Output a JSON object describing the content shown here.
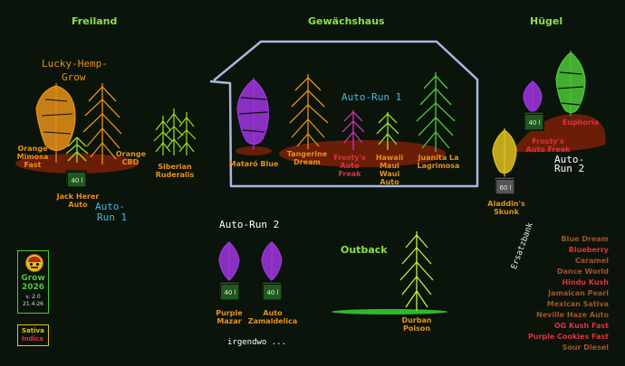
{
  "sections": {
    "freiland": "Freiland",
    "gewaechshaus": "Gewächshaus",
    "huegel": "Hügel",
    "outback": "Outback",
    "irgendwo": "irgendwo ..."
  },
  "title": {
    "line1": "Lucky-Hemp-",
    "line2": "Grow"
  },
  "autorun": {
    "freiland": {
      "line1": "Auto-",
      "line2": "Run 1"
    },
    "greenhouse": "Auto-Run 1",
    "huegel": {
      "line1": "Auto-",
      "line2": "Run 2"
    },
    "lower": "Auto-Run 2"
  },
  "plants": {
    "orange_mimosa": {
      "line1": "Orange",
      "line2": "Mimosa",
      "line3": "Fast"
    },
    "orange_cbd": {
      "line1": "Orange",
      "line2": "CBD"
    },
    "jack_herer": {
      "line1": "Jack Herer",
      "line2": "Auto",
      "pot": "40 l"
    },
    "siberian": {
      "line1": "Siberian",
      "line2": "Ruderalis"
    },
    "mataro": {
      "line1": "Mataró Blue"
    },
    "tangerine": {
      "line1": "Tangerine",
      "line2": "Dream"
    },
    "frostys_gh": {
      "line1": "Frosty's",
      "line2": "Auto",
      "line3": "Freak"
    },
    "hawaii": {
      "line1": "Hawaii",
      "line2": "Maui Waui",
      "line3": "Auto"
    },
    "juanita": {
      "line1": "Juanita La",
      "line2": "Lagrimosa"
    },
    "frostys_hill": {
      "line1": "Frosty's",
      "line2": "Auto Freak",
      "pot": "40 l"
    },
    "euphoria": {
      "line1": "Euphoria"
    },
    "aladdin": {
      "line1": "Aladdin's",
      "line2": "Skunk",
      "pot": "60 l"
    },
    "purple_mazar": {
      "line1": "Purple",
      "line2": "Mazar",
      "pot": "40 l"
    },
    "auto_zamaldelica": {
      "line1": "Auto",
      "line2": "Zamaldelica",
      "pot": "40 l"
    },
    "durban": {
      "line1": "Durban",
      "line2": "Poison"
    }
  },
  "logo": {
    "name": "Grow",
    "year": "2026",
    "version": "v. 2.0",
    "date": "21.4.26"
  },
  "legend": {
    "sativa": "Sativa",
    "indica": "Indica"
  },
  "ersatzbank": {
    "label": "Ersatzbank",
    "items": [
      "Blue Dream",
      "Blueberry",
      "Caramel",
      "Dance World",
      "Hindu Kush",
      "Jamaican Pearl",
      "Mexican Sativa",
      "Neville Haze Auto",
      "OG Kush Fast",
      "Purple Cookies Fast",
      "Sour Diesel"
    ]
  },
  "colors": {
    "background": "#0a140a",
    "section": "#8be04a",
    "orange": "#e8901a",
    "lime": "#9be02a",
    "purple": "#a035e0",
    "magenta": "#d030b0",
    "green": "#4ec83a",
    "yellow": "#e0c020",
    "soil": "#6a1e08",
    "greenhouse_frame": "#a8b8e0",
    "autorun": "#40b8e8",
    "ersatz": "#a0522d"
  }
}
